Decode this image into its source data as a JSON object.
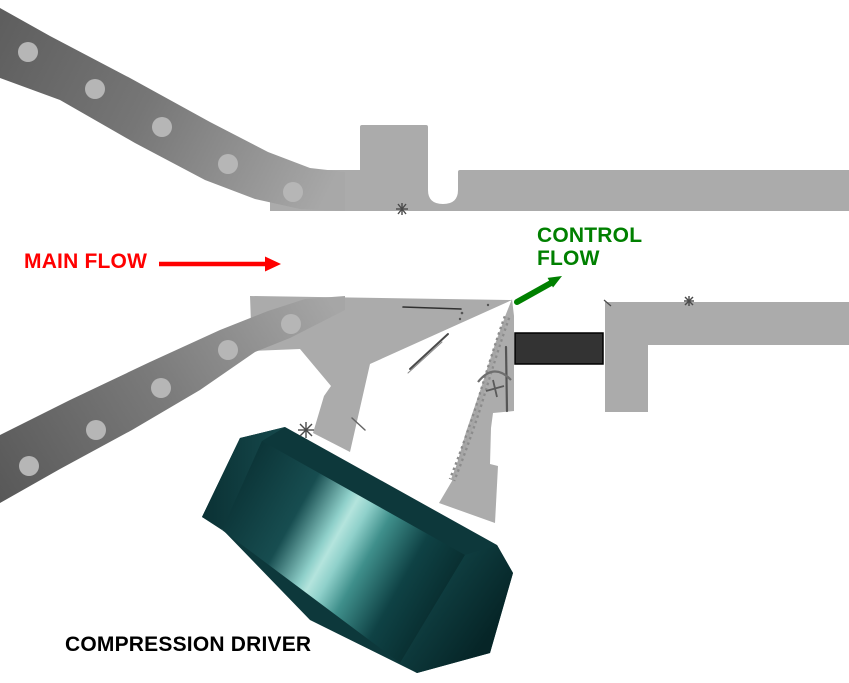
{
  "diagram": {
    "title": "Fluidic control valve cross-section with compression driver",
    "labels": {
      "main_flow": "MAIN FLOW",
      "control_flow_line1": "CONTROL",
      "control_flow_line2": "FLOW",
      "compression_driver": "COMPRESSION DRIVER"
    },
    "arrows": {
      "main_flow_arrow": {
        "icon": "right-arrow",
        "direction": "right"
      },
      "control_flow_arrow": {
        "icon": "up-right-arrow",
        "direction": "up-right"
      }
    },
    "colors": {
      "main_flow_red": "#ff0000",
      "control_flow_green": "#008000",
      "label_black": "#000000",
      "duct_gray": "#ababab",
      "flap_gray": "#acacac",
      "band_dark_gray": "#5e5e5e",
      "bolt_hole_gray": "#b6b6b6",
      "actuator_dark": "#333333",
      "driver_teal_dark": "#0d383b",
      "driver_teal_highlight": "#b4e4dd"
    }
  }
}
